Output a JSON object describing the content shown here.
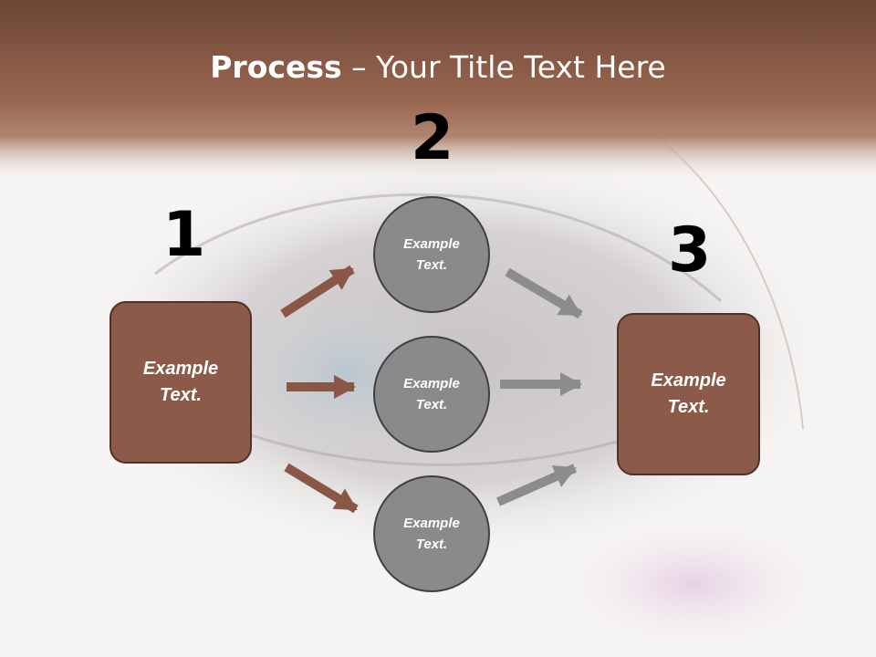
{
  "title": {
    "bold": "Process",
    "rest": " – Your Title Text Here"
  },
  "steps": [
    "1",
    "2",
    "3"
  ],
  "left_box": {
    "line1": "Example",
    "line2": "Text."
  },
  "right_box": {
    "line1": "Example",
    "line2": "Text."
  },
  "circles": [
    {
      "line1": "Example",
      "line2": "Text."
    },
    {
      "line1": "Example",
      "line2": "Text."
    },
    {
      "line1": "Example",
      "line2": "Text."
    }
  ],
  "colors": {
    "header": "#8b5d4a",
    "box_fill": "#8b5a48",
    "circle_fill": "#8a8a8a",
    "arrow_brown": "#8a5646",
    "arrow_gray": "#8c8c8c"
  }
}
